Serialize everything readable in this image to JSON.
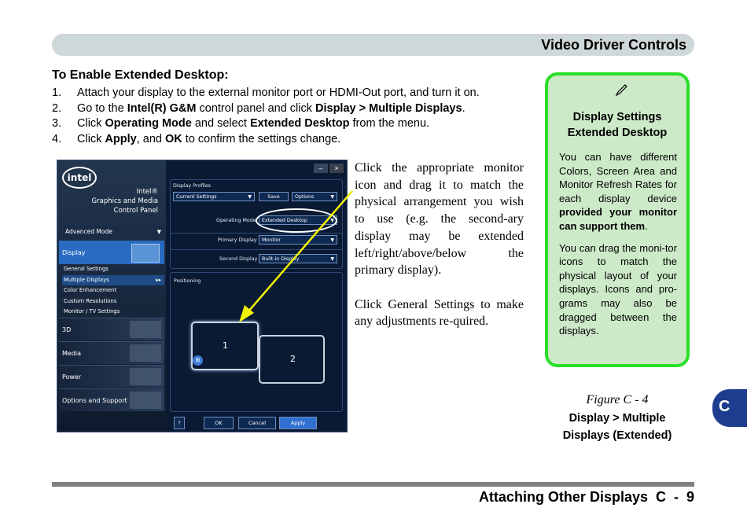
{
  "header": {
    "title": "Video Driver Controls"
  },
  "section_heading": "To Enable Extended Desktop:",
  "steps": [
    {
      "num": "1.",
      "pre": "Attach your display to the external monitor port or HDMI-Out port, and turn it on.",
      "b1": "",
      "mid": "",
      "b2": "",
      "post": ""
    },
    {
      "num": "2.",
      "pre": "Go to the ",
      "b1": "Intel(R) G&M",
      "mid": " control panel and click ",
      "b2": "Display > Multiple Displays",
      "post": "."
    },
    {
      "num": "3.",
      "pre": "Click ",
      "b1": "Operating Mode",
      "mid": " and select ",
      "b2": "Extended Desktop",
      "post": " from the menu."
    },
    {
      "num": "4.",
      "pre": "Click ",
      "b1": "Apply",
      "mid": ", and ",
      "b2": "OK",
      "post": " to confirm the settings change."
    }
  ],
  "screenshot": {
    "logo": "intel",
    "caption_line1": "Intel®",
    "caption_line2": "Graphics and Media",
    "caption_line3": "Control Panel",
    "advanced_mode": "Advanced Mode",
    "nav_display": "Display",
    "subnav": [
      "General Settings",
      "Multiple Displays",
      "Color Enhancement",
      "Custom Resolutions",
      "Monitor / TV Settings"
    ],
    "nav_categories": [
      "3D",
      "Media",
      "Power",
      "Options and Support"
    ],
    "display_profiles": "Display Profiles",
    "current_settings": "Current Settings",
    "save": "Save",
    "options": "Options",
    "operating_mode_label": "Operating Mode",
    "operating_mode_value": "Extended Desktop",
    "primary_display_label": "Primary Display",
    "primary_display_value": "Monitor",
    "second_display_label": "Second Display",
    "second_display_value": "Built-in Display",
    "positioning": "Positioning",
    "monitor1": "1",
    "monitor2": "2",
    "help": "?",
    "ok": "OK",
    "cancel": "Cancel",
    "apply": "Apply"
  },
  "callout": {
    "p1": "Click the appropriate monitor icon and drag it to match the physical arrangement you wish to use (e.g. the second-ary display may be extended left/right/above/below the primary display).",
    "p2": "Click General Settings to make any adjustments re-quired."
  },
  "sidebox": {
    "icon": "pencil-icon",
    "title_line1": "Display Settings",
    "title_line2": "Extended Desktop",
    "p1_pre": "You can have different Colors, Screen Area and Monitor Refresh Rates for each display device ",
    "p1_bold": "provided your monitor can support them",
    "p1_post": ".",
    "p2": "You can drag the moni-tor icons to match the physical layout of your displays. Icons and pro-grams may also be dragged between the displays.",
    "border_color": "#28e028",
    "bg_color": "#cdeac8"
  },
  "figure": {
    "label": "Figure C - 4",
    "caption_line1": "Display > Multiple",
    "caption_line2": "Displays (Extended)"
  },
  "chapter_tab": "C",
  "footer": {
    "text": "Attaching Other Displays  C  -  9"
  },
  "colors": {
    "arrow": "#f2f205",
    "tab": "#1d3e8e"
  }
}
